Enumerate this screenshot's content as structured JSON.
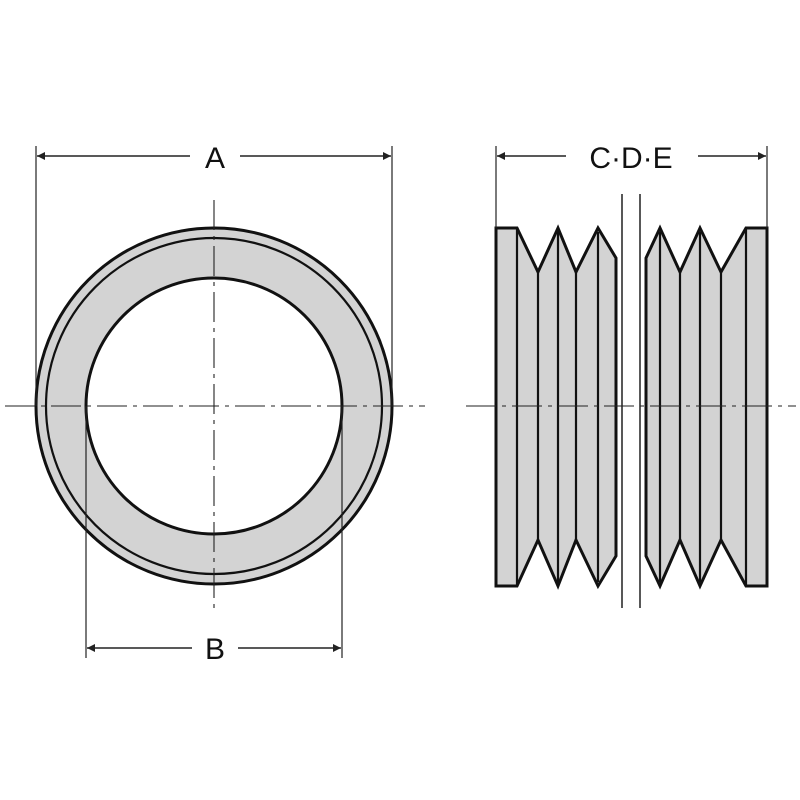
{
  "labels": {
    "outer_diameter": "A",
    "inner_diameter": "B",
    "length": "C·D·E"
  },
  "colors": {
    "fill": "#d3d3d3",
    "stroke": "#111111",
    "background": "#ffffff"
  }
}
